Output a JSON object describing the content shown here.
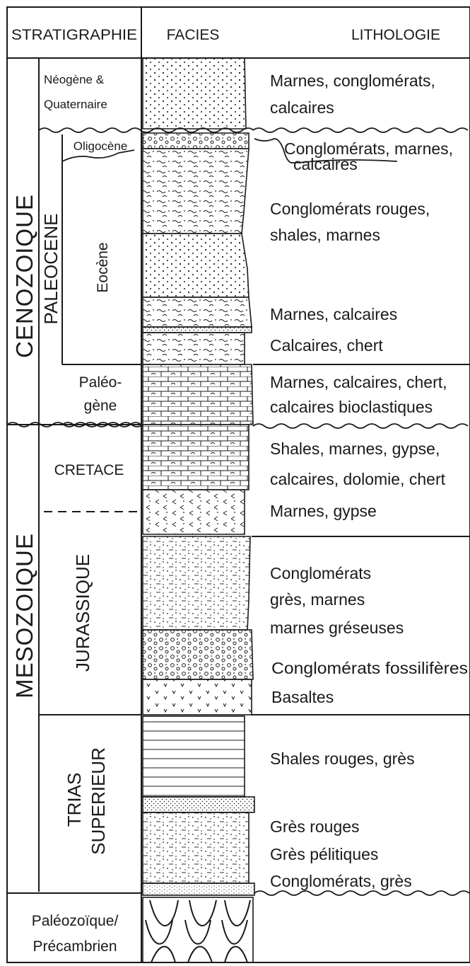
{
  "header": {
    "stratigraphie": "STRATIGRAPHIE",
    "facies": "FACIES",
    "lithologie": "LITHOLOGIE"
  },
  "eras": {
    "cenozoique": "CENOZOIQUE",
    "mesozoique": "MESOZOIQUE",
    "paleozoique_line1": "Paléozoïque/",
    "paleozoique_line2": "Précambrien"
  },
  "periods": {
    "neogene_line1": "Néogène &",
    "neogene_line2": "Quaternaire",
    "paleocene": "PALEOCENE",
    "oligocene": "Oligocène",
    "eocene": "Eocène",
    "paleogene_line1": "Paléo-",
    "paleogene_line2": "gène",
    "cretace": "CRETACE",
    "jurassique": "JURASSIQUE",
    "trias_line1": "TRIAS",
    "trias_line2": "SUPERIEUR"
  },
  "lithology": [
    "Marnes, conglomérats,",
    "calcaires",
    "Conglomérats, marnes,",
    "calcaires",
    "Conglomérats rouges,",
    "shales, marnes",
    "Marnes, calcaires",
    "Calcaires, chert",
    "Marnes, calcaires, chert,",
    "calcaires bioclastiques",
    "Shales,  marnes, gypse,",
    "calcaires, dolomie, chert",
    "Marnes, gypse",
    "Conglomérats",
    "grès, marnes",
    "marnes gréseuses",
    "Conglomérats fossilifères",
    "Basaltes",
    "Shales rouges, grès",
    "Grès rouges",
    "Grès pélitiques",
    "Conglomérats, grès"
  ]
}
